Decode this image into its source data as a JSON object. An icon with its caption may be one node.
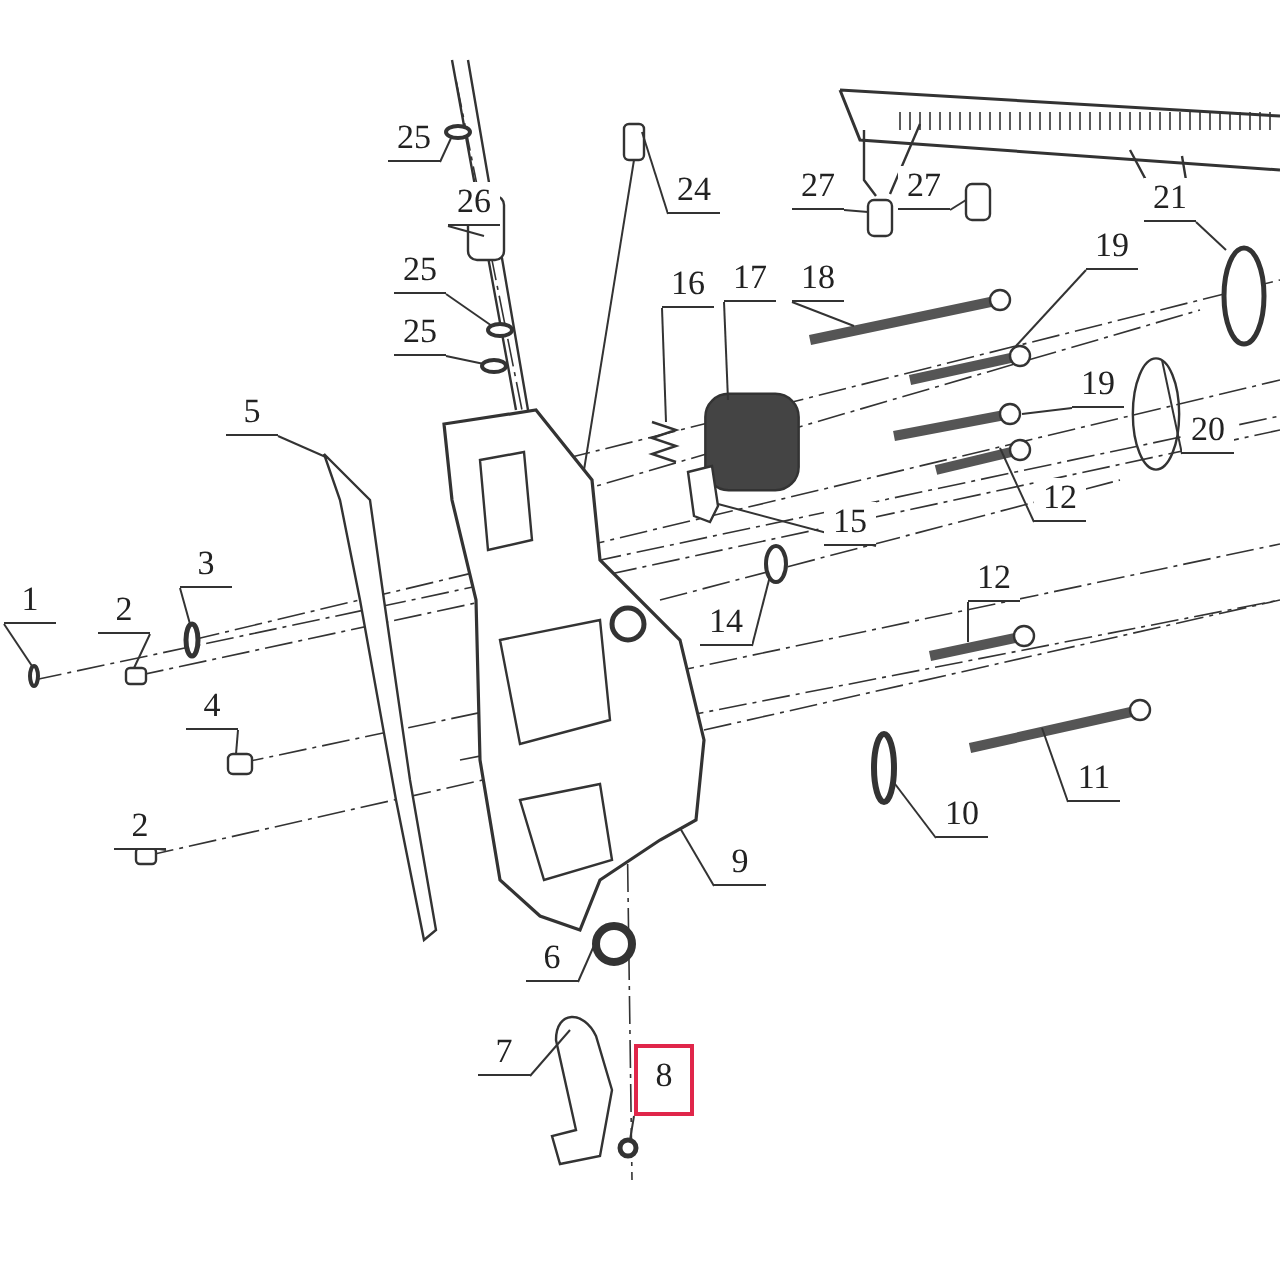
{
  "diagram": {
    "nodes": [
      {
        "text": [
          "25"
        ]
      },
      {
        "text": [
          "26"
        ]
      },
      {
        "text": [
          "25"
        ]
      },
      {
        "text": [
          "25"
        ]
      },
      {
        "text": [
          "24"
        ]
      },
      {
        "text": [
          "27"
        ]
      },
      {
        "text": [
          "27"
        ]
      },
      {
        "text": [
          "21"
        ]
      },
      {
        "text": [
          "18"
        ]
      },
      {
        "text": [
          "17"
        ]
      },
      {
        "text": [
          "16"
        ]
      },
      {
        "text": [
          "19"
        ]
      },
      {
        "text": [
          "19"
        ]
      },
      {
        "text": [
          "20"
        ]
      },
      {
        "text": [
          "12"
        ]
      },
      {
        "text": [
          "15"
        ]
      },
      {
        "text": [
          "12"
        ]
      },
      {
        "text": [
          "14"
        ]
      },
      {
        "text": [
          "11"
        ]
      },
      {
        "text": [
          "10"
        ]
      },
      {
        "text": [
          "9"
        ]
      },
      {
        "text": [
          "5"
        ]
      },
      {
        "text": [
          "3"
        ]
      },
      {
        "text": [
          "1"
        ]
      },
      {
        "text": [
          "2"
        ]
      },
      {
        "text": [
          "4"
        ]
      },
      {
        "text": [
          "2"
        ]
      },
      {
        "text": [
          "6"
        ]
      },
      {
        "text": [
          "7"
        ]
      },
      {
        "text": [
          "8"
        ]
      },
      {
        "text": [],
        "shape": "circle"
      },
      {
        "text": [],
        "shape": "box"
      },
      {
        "text": [],
        "shape": "circle"
      },
      {
        "text": [],
        "shape": "circle"
      },
      {
        "text": [],
        "shape": "box"
      },
      {
        "text": [],
        "shape": "box"
      },
      {
        "text": [],
        "shape": "box"
      },
      {
        "text": [],
        "shape": "circle"
      },
      {
        "text": [],
        "shape": "picture"
      },
      {
        "text": [],
        "shape": "box"
      },
      {
        "text": [],
        "shape": "picture"
      },
      {
        "text": [],
        "shape": "picture"
      },
      {
        "text": [],
        "shape": "picture"
      },
      {
        "text": [],
        "shape": "circle"
      },
      {
        "text": [],
        "shape": "picture"
      },
      {
        "text": [],
        "shape": "picture"
      },
      {
        "text": [],
        "shape": "picture"
      },
      {
        "text": [],
        "shape": "circle"
      },
      {
        "text": [],
        "shape": "picture"
      },
      {
        "text": [],
        "shape": "circle"
      },
      {
        "text": [],
        "shape": "picture"
      },
      {
        "text": [],
        "shape": "picture"
      },
      {
        "text": [],
        "shape": "circle"
      },
      {
        "text": [],
        "shape": "circle"
      },
      {
        "text": [],
        "shape": "box"
      },
      {
        "text": [],
        "shape": "box"
      },
      {
        "text": [],
        "shape": "box"
      },
      {
        "text": [],
        "shape": "circle"
      },
      {
        "text": [],
        "shape": "picture"
      },
      {
        "text": [],
        "shape": "circle"
      }
    ],
    "edges": [
      {
        "from": 0,
        "to": 30,
        "arrow": "none"
      },
      {
        "from": 1,
        "to": 31,
        "arrow": "none"
      },
      {
        "from": 2,
        "to": 32,
        "arrow": "none"
      },
      {
        "from": 3,
        "to": 33,
        "arrow": "none"
      },
      {
        "from": 4,
        "to": 34,
        "arrow": "none"
      },
      {
        "from": 5,
        "to": 35,
        "arrow": "none"
      },
      {
        "from": 6,
        "to": 36,
        "arrow": "none"
      },
      {
        "from": 7,
        "to": 37,
        "arrow": "none"
      },
      {
        "from": 8,
        "to": 38,
        "arrow": "none"
      },
      {
        "from": 9,
        "to": 39,
        "arrow": "none"
      },
      {
        "from": 10,
        "to": 40,
        "arrow": "none"
      },
      {
        "from": 11,
        "to": 41,
        "arrow": "none"
      },
      {
        "from": 12,
        "to": 42,
        "arrow": "none"
      },
      {
        "from": 13,
        "to": 43,
        "arrow": "none"
      },
      {
        "from": 14,
        "to": 44,
        "arrow": "none"
      },
      {
        "from": 15,
        "to": 45,
        "arrow": "none"
      },
      {
        "from": 16,
        "to": 46,
        "arrow": "none"
      },
      {
        "from": 17,
        "to": 47,
        "arrow": "none"
      },
      {
        "from": 18,
        "to": 48,
        "arrow": "none"
      },
      {
        "from": 19,
        "to": 49,
        "arrow": "none"
      },
      {
        "from": 20,
        "to": 50,
        "arrow": "none"
      },
      {
        "from": 21,
        "to": 51,
        "arrow": "none"
      },
      {
        "from": 22,
        "to": 52,
        "arrow": "none"
      },
      {
        "from": 23,
        "to": 53,
        "arrow": "none"
      },
      {
        "from": 24,
        "to": 54,
        "arrow": "none"
      },
      {
        "from": 25,
        "to": 55,
        "arrow": "none"
      },
      {
        "from": 26,
        "to": 56,
        "arrow": "none"
      },
      {
        "from": 27,
        "to": 57,
        "arrow": "none"
      },
      {
        "from": 28,
        "to": 58,
        "arrow": "none"
      },
      {
        "from": 29,
        "to": 59,
        "arrow": "none"
      },
      {
        "from": 34,
        "to": 50,
        "arrow": "none"
      }
    ]
  }
}
